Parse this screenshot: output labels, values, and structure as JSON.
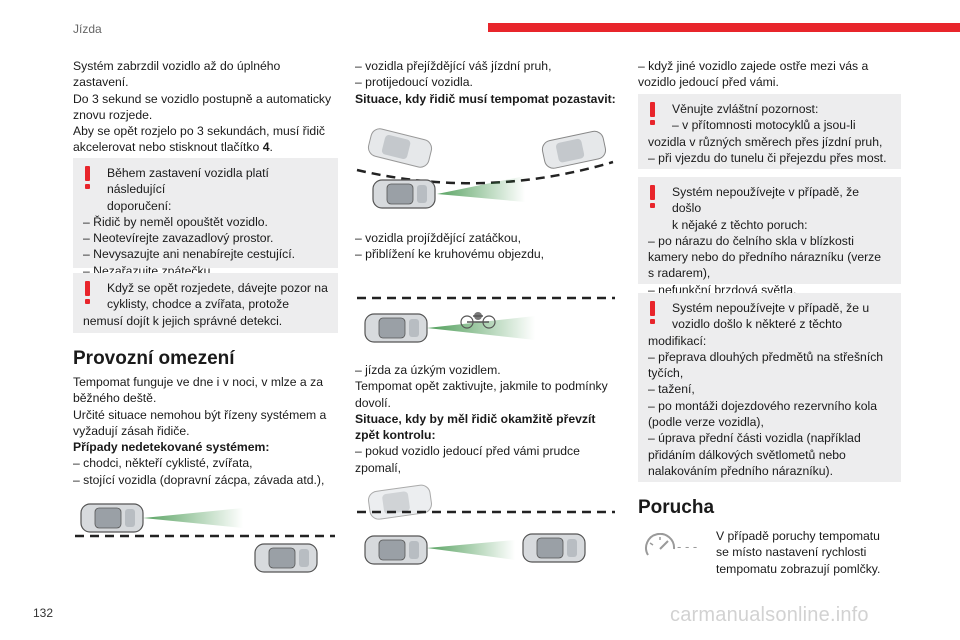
{
  "header": {
    "section": "Jízda",
    "accent_color": "#e8252b"
  },
  "page_number": "132",
  "watermark": "carmanualsonline.info",
  "col1": {
    "intro": [
      "Systém zabrzdil vozidlo až do úplného",
      "zastavení.",
      "Do 3 sekund se vozidlo postupně a automaticky",
      "znovu rozjede.",
      "Aby se opět rozjelo po 3 sekundách, musí řidič"
    ],
    "intro_last_prefix": "akcelerovat nebo stisknout tlačítko ",
    "intro_last_bold": "4",
    "intro_last_suffix": ".",
    "warn1": [
      "Během zastavení vozidla platí následující",
      "doporučení:",
      "–  Řidič by neměl opouštět vozidlo.",
      "–  Neotevírejte zavazadlový prostor.",
      "–  Nevysazujte ani nenabírejte cestující.",
      "–  Nezařazujte zpátečku."
    ],
    "warn2": [
      "Když se opět rozjedete, dávejte pozor na",
      "cyklisty, chodce a zvířata, protože",
      "nemusí dojít k jejich správné detekci."
    ],
    "heading": "Provozní omezení",
    "body": [
      "Tempomat funguje ve dne i v noci, v mlze a za",
      "běžného deště.",
      "Určité situace nemohou být řízeny systémem a",
      "vyžadují zásah řidiče."
    ],
    "cases_title": "Případy nedetekované systémem:",
    "cases": [
      "–  chodci, někteří cyklisté, zvířata,",
      "–  stojící vozidla (dopravní zácpa, závada atd.),"
    ]
  },
  "col2": {
    "top": [
      "–  vozidla přejíždějící váš jízdní pruh,",
      "–  protijedoucí vozidla."
    ],
    "pause_title": "Situace, kdy řidič musí tempomat pozastavit:",
    "curve": [
      "–  vozidla projíždějící zatáčkou,",
      "–  přiblížení ke kruhovému objezdu,"
    ],
    "narrow": [
      "–  jízda za úzkým vozidlem.",
      "Tempomat opět zaktivujte, jakmile to podmínky",
      "dovolí."
    ],
    "switch_title": [
      "Situace, kdy by měl řidič okamžitě převzít",
      "zpět kontrolu:"
    ],
    "switch": [
      "–  pokud vozidlo jedoucí před vámi prudce",
      "zpomalí,"
    ]
  },
  "col3": {
    "top": [
      "–  když jiné vozidlo zajede ostře mezi vás a",
      "vozidlo jedoucí před vámi."
    ],
    "warn3": [
      "Věnujte zvláštní pozornost:",
      "–  v přítomnosti motocyklů a jsou-li",
      "vozidla v různých směrech přes jízdní pruh,",
      "–  při vjezdu do tunelu či přejezdu přes most."
    ],
    "warn4": [
      "Systém nepoužívejte v případě, že došlo",
      "k nějaké z těchto poruch:",
      "–  po nárazu do čelního skla v blízkosti",
      "kamery nebo do předního nárazníku (verze",
      "s radarem),",
      "–  nefunkční brzdová světla."
    ],
    "warn5": [
      "Systém nepoužívejte v případě, že u",
      "vozidlo došlo k některé z těchto",
      "modifikací:",
      "–  přeprava dlouhých předmětů na střešních",
      "tyčích,",
      "–  tažení,",
      "–  po montáži dojezdového rezervního kola",
      "(podle verze vozidla),",
      "–  úprava přední části vozidla (například",
      "přidáním dálkových světlometů nebo",
      "nalakováním předního nárazníku)."
    ],
    "heading": "Porucha",
    "fault": [
      "V případě poruchy tempomatu",
      "se místo nastavení rychlosti",
      "tempomatu zobrazují pomlčky."
    ],
    "display_placeholder": "- - -"
  },
  "icons": [
    "warning-exclamation-icon",
    "car-top-view-icon",
    "radar-arrow-icon",
    "cyclist-icon",
    "cruise-control-fault-icon"
  ],
  "colors": {
    "radar_green": "#2e8b3a",
    "warning_bg": "#ededee",
    "car_grey": "#bfc3c7"
  }
}
